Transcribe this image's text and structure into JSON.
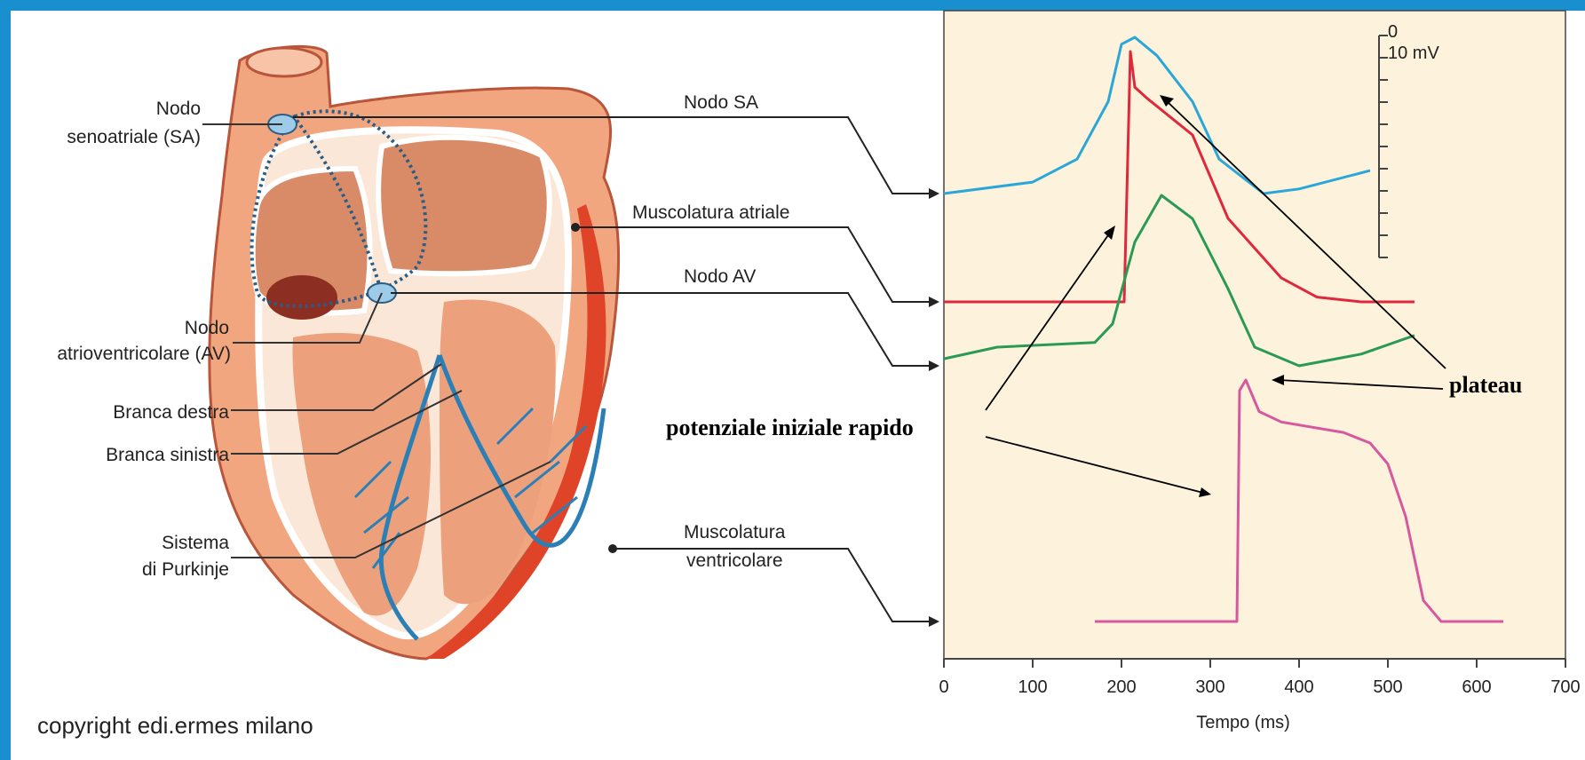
{
  "labels": {
    "nodo_sa_left_1": "Nodo",
    "nodo_sa_left_2": "senoatriale (SA)",
    "nodo_av_left_1": "Nodo",
    "nodo_av_left_2": "atrioventricolare (AV)",
    "branca_destra": "Branca destra",
    "branca_sinistra": "Branca sinistra",
    "purkinje_1": "Sistema",
    "purkinje_2": "di Purkinje",
    "nodo_sa_right": "Nodo SA",
    "musc_atriale": "Muscolatura atriale",
    "nodo_av_right": "Nodo AV",
    "musc_ventr_1": "Muscolatura",
    "musc_ventr_2": "ventricolare",
    "copyright": "copyright edi.ermes milano"
  },
  "annotations": {
    "plateau": "plateau",
    "potenziale": "potenziale iniziale rapido"
  },
  "scale_bar": {
    "zero": "0",
    "ten": "10 mV"
  },
  "chart_data": {
    "type": "line",
    "xlabel": "Tempo (ms)",
    "xlim": [
      0,
      700
    ],
    "x_ticks": [
      "0",
      "100",
      "200",
      "300",
      "400",
      "500",
      "600",
      "700"
    ],
    "series": [
      {
        "color": "#2aa6d9",
        "x": [
          0,
          100,
          150,
          185,
          200,
          215,
          240,
          280,
          310,
          360,
          400,
          480
        ],
        "y": [
          -60,
          -55,
          -45,
          -20,
          5,
          8,
          0,
          -20,
          -45,
          -60,
          -58,
          -50
        ]
      },
      {
        "color": "#e0283c",
        "x": [
          0,
          200,
          203,
          210,
          215,
          230,
          280,
          320,
          380,
          420,
          470,
          530
        ],
        "y": [
          -90,
          -90,
          -90,
          15,
          0,
          -5,
          -20,
          -55,
          -80,
          -88,
          -90,
          -90
        ]
      },
      {
        "color": "#2a9a55",
        "x": [
          0,
          60,
          170,
          190,
          215,
          245,
          280,
          320,
          350,
          400,
          470,
          530
        ],
        "y": [
          -65,
          -60,
          -58,
          -50,
          -15,
          5,
          -5,
          -35,
          -60,
          -68,
          -63,
          -55
        ]
      },
      {
        "color": "#d6589e",
        "x": [
          170,
          330,
          333,
          340,
          355,
          380,
          450,
          480,
          500,
          520,
          540,
          560,
          630
        ],
        "y": [
          -90,
          -90,
          20,
          25,
          10,
          5,
          0,
          -5,
          -15,
          -40,
          -80,
          -90,
          -90
        ]
      }
    ]
  }
}
